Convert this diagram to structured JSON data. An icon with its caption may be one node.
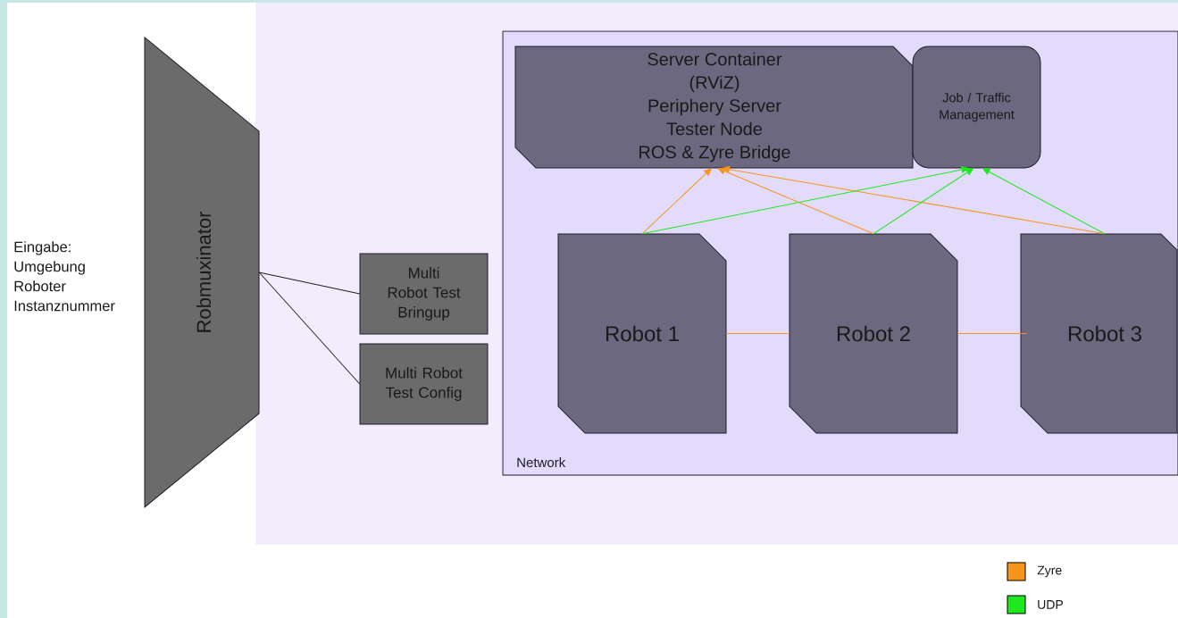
{
  "diagram": {
    "nodes": [
      {
        "text": [
          "Robmuxinator"
        ]
      },
      {
        "text": [
          "Multi Robot Test Bringup"
        ]
      },
      {
        "text": [
          "Multi Robot Test Config"
        ]
      },
      {
        "text": [
          "Network"
        ]
      },
      {
        "text": [
          "Server Container",
          "(RViZ)",
          "Periphery Server",
          "Tester Node",
          "ROS & Zyre Bridge"
        ],
        "in": 3
      },
      {
        "text": [
          "Job / Traffic Management"
        ],
        "in": 3
      },
      {
        "text": [
          "Robot 1"
        ],
        "in": 3
      },
      {
        "text": [
          "Robot 2"
        ],
        "in": 3
      },
      {
        "text": [
          "Robot 3"
        ],
        "in": 3
      }
    ],
    "edges": [
      {
        "from": 0,
        "to": 1,
        "arrow": "none",
        "color": "#222222"
      },
      {
        "from": 0,
        "to": 2,
        "arrow": "none",
        "color": "#222222"
      },
      {
        "from": 6,
        "to": 4,
        "arrow": "to"
      },
      {
        "from": 7,
        "to": 4,
        "arrow": "to"
      },
      {
        "from": 8,
        "to": 4,
        "arrow": "to"
      },
      {
        "from": 6,
        "to": 5,
        "arrow": "to",
        "color": "#1ee81e"
      },
      {
        "from": 7,
        "to": 5,
        "arrow": "to",
        "color": "#1ee81e"
      },
      {
        "from": 8,
        "to": 5,
        "arrow": "to",
        "color": "#1ee81e"
      },
      {
        "from": 6,
        "to": 7,
        "arrow": "none"
      },
      {
        "from": 7,
        "to": 8,
        "arrow": "none"
      }
    ],
    "labels": [
      "Eingabe: Umgebung Roboter Instanznummer"
    ],
    "legend": [
      {
        "text": "Zyre",
        "color": "#f7941d"
      },
      {
        "text": "UDP",
        "color": "#1ee81e"
      }
    ]
  }
}
